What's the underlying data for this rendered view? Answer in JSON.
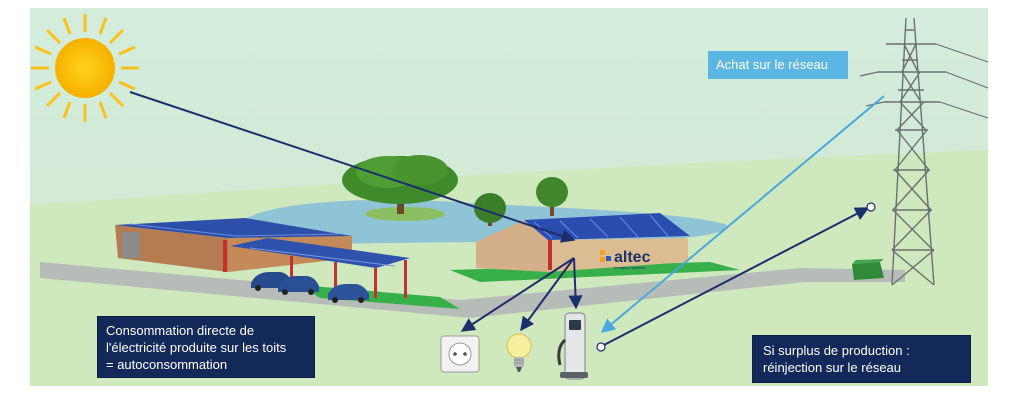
{
  "labels": {
    "buy_from_grid": "Achat sur le réseau",
    "direct_consumption_line1": "Consommation directe de",
    "direct_consumption_line2": "l'électricité produite sur les toits",
    "direct_consumption_line3": "= autoconsommation",
    "surplus_line1": "Si surplus de production :",
    "surplus_line2": "réinjection sur le réseau",
    "company_logo": "altec",
    "company_tagline": "énergies hybrides"
  },
  "colors": {
    "sky": "#cde9da",
    "grass": "#cde9ba",
    "water": "#93c6d6",
    "panel": "#2f4fa8",
    "dark_box": "#12295a",
    "light_box": "#5bb6e3",
    "arrow_dark": "#1c2f6b",
    "arrow_light": "#4aa8de"
  },
  "icons": [
    "sun-icon",
    "power-pylon-icon",
    "wall-socket-icon",
    "light-bulb-icon",
    "ev-charger-icon"
  ]
}
